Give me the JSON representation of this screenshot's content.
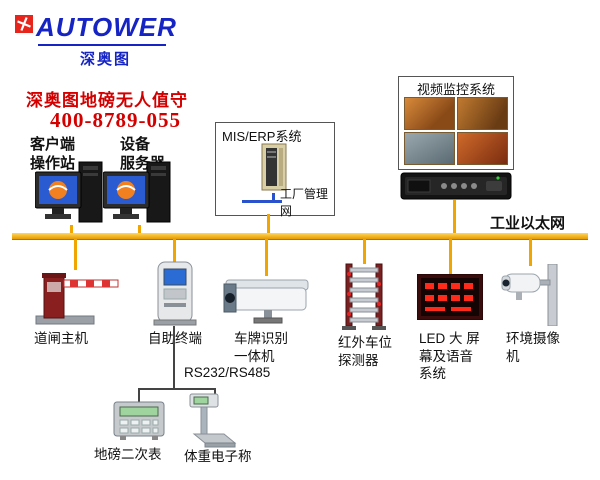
{
  "logo": {
    "brand": "AUTOWER",
    "brand_cn": "深奥图"
  },
  "header": {
    "title": "深奥图地磅无人值守",
    "phone": "400-8789-055"
  },
  "network": {
    "bus_label": "工业以太网",
    "factory_net_label": "工厂管理网",
    "serial_label": "RS232/RS485"
  },
  "boxes": {
    "mis": {
      "title": "MIS/ERP系统"
    },
    "video": {
      "title": "视频监控系统"
    }
  },
  "devices": {
    "client": "客户端\n操作站",
    "server": "设备\n服务器",
    "barrier": "道闸主机",
    "kiosk": "自助终端",
    "lpr": "车牌识别\n一体机",
    "infrared": "红外车位\n探测器",
    "led": "LED 大 屏\n幕及语音\n系统",
    "envcam": "环境摄像\n机",
    "meter": "地磅二次表",
    "scale": "体重电子称"
  },
  "colors": {
    "brand_blue": "#1624c4",
    "brand_red": "#e8251d",
    "headline_red": "#d40000",
    "ethernet_bus": "#f0a500"
  }
}
